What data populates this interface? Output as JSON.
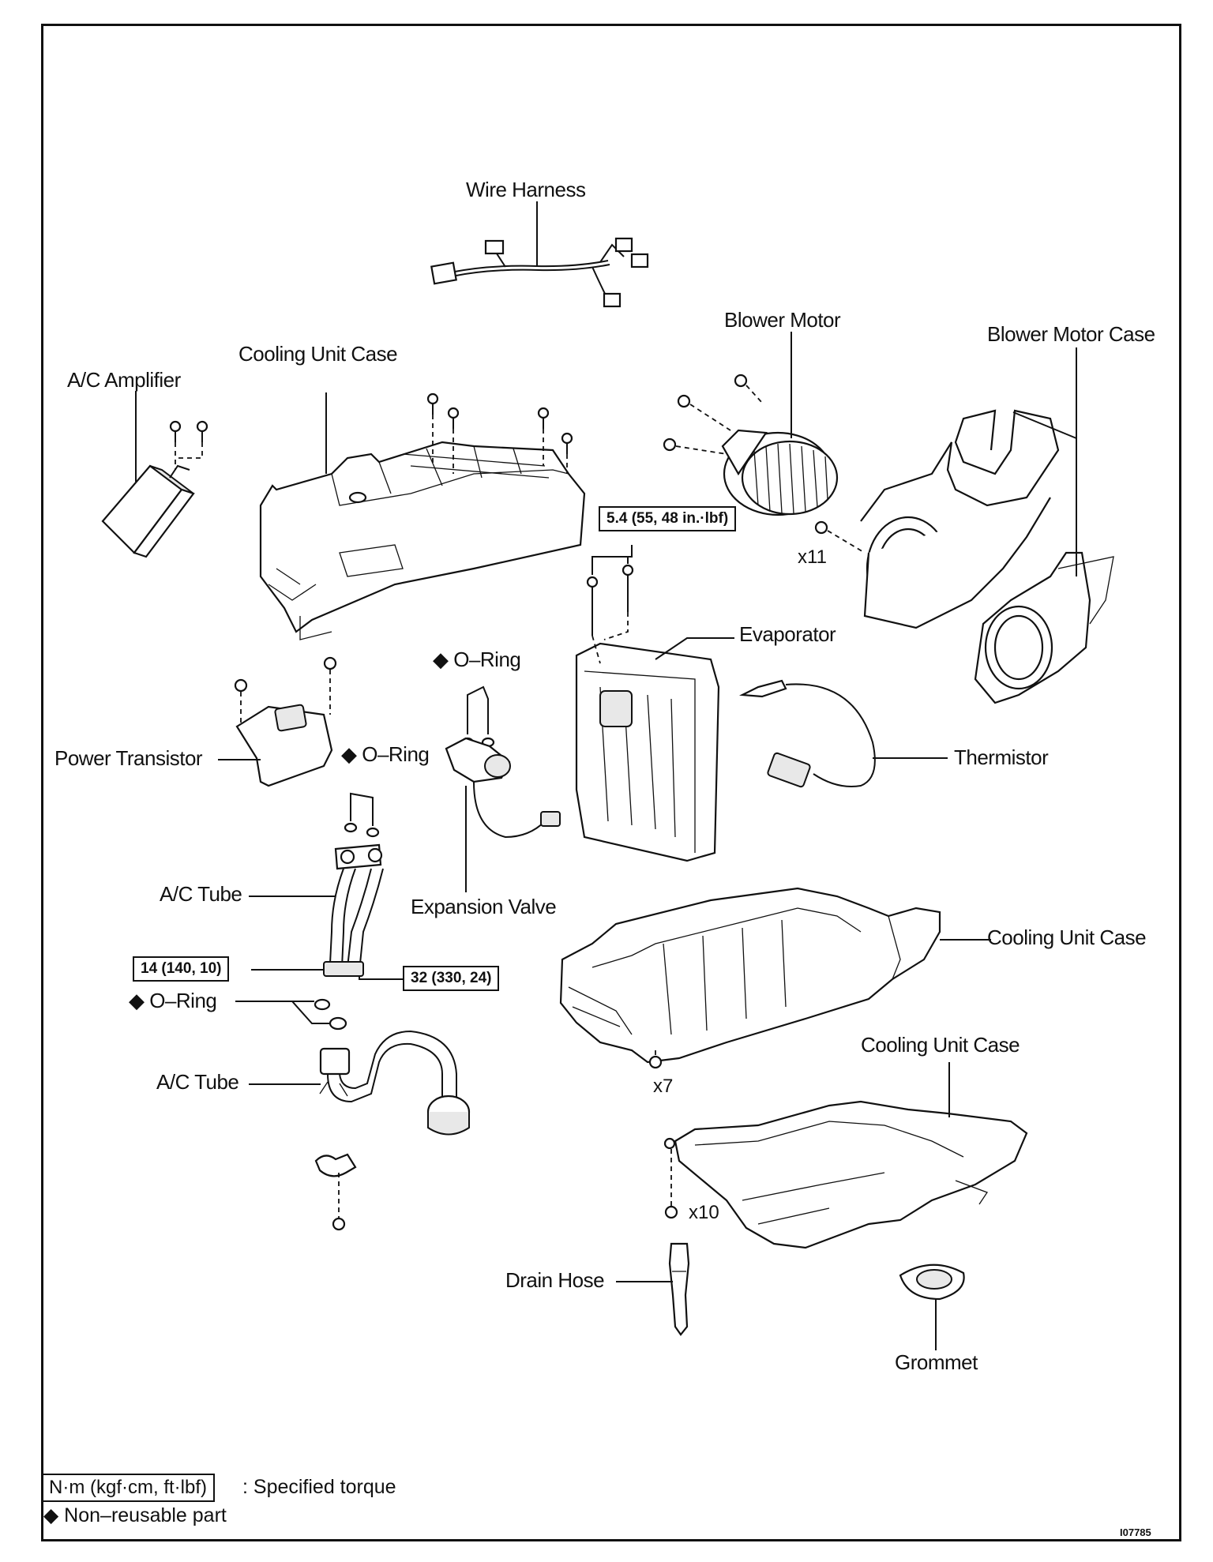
{
  "labels": {
    "wire_harness": "Wire Harness",
    "blower_motor": "Blower Motor",
    "blower_motor_case": "Blower Motor Case",
    "cooling_unit_case_top": "Cooling Unit Case",
    "ac_amplifier": "A/C Amplifier",
    "evaporator": "Evaporator",
    "o_ring_1": "◆ O–Ring",
    "o_ring_2": "◆ O–Ring",
    "o_ring_3": "◆ O–Ring",
    "power_transistor": "Power Transistor",
    "thermistor": "Thermistor",
    "ac_tube_1": "A/C Tube",
    "ac_tube_2": "A/C Tube",
    "expansion_valve": "Expansion Valve",
    "cooling_unit_case_mid": "Cooling Unit Case",
    "cooling_unit_case_low": "Cooling Unit Case",
    "drain_hose": "Drain Hose",
    "grommet": "Grommet"
  },
  "torque": {
    "evaporator_bolts": "5.4 (55, 48 in.·lbf)",
    "tube_left": "14 (140, 10)",
    "tube_right": "32 (330, 24)"
  },
  "counts": {
    "blower_case_screws": "x11",
    "mid_case_screws": "x7",
    "low_case_screws": "x10"
  },
  "legend": {
    "torque_unit": "N·m (kgf·cm, ft·lbf)",
    "torque_desc": ": Specified torque",
    "nonreusable": "◆ Non–reusable part"
  },
  "figure_code": "I07785"
}
